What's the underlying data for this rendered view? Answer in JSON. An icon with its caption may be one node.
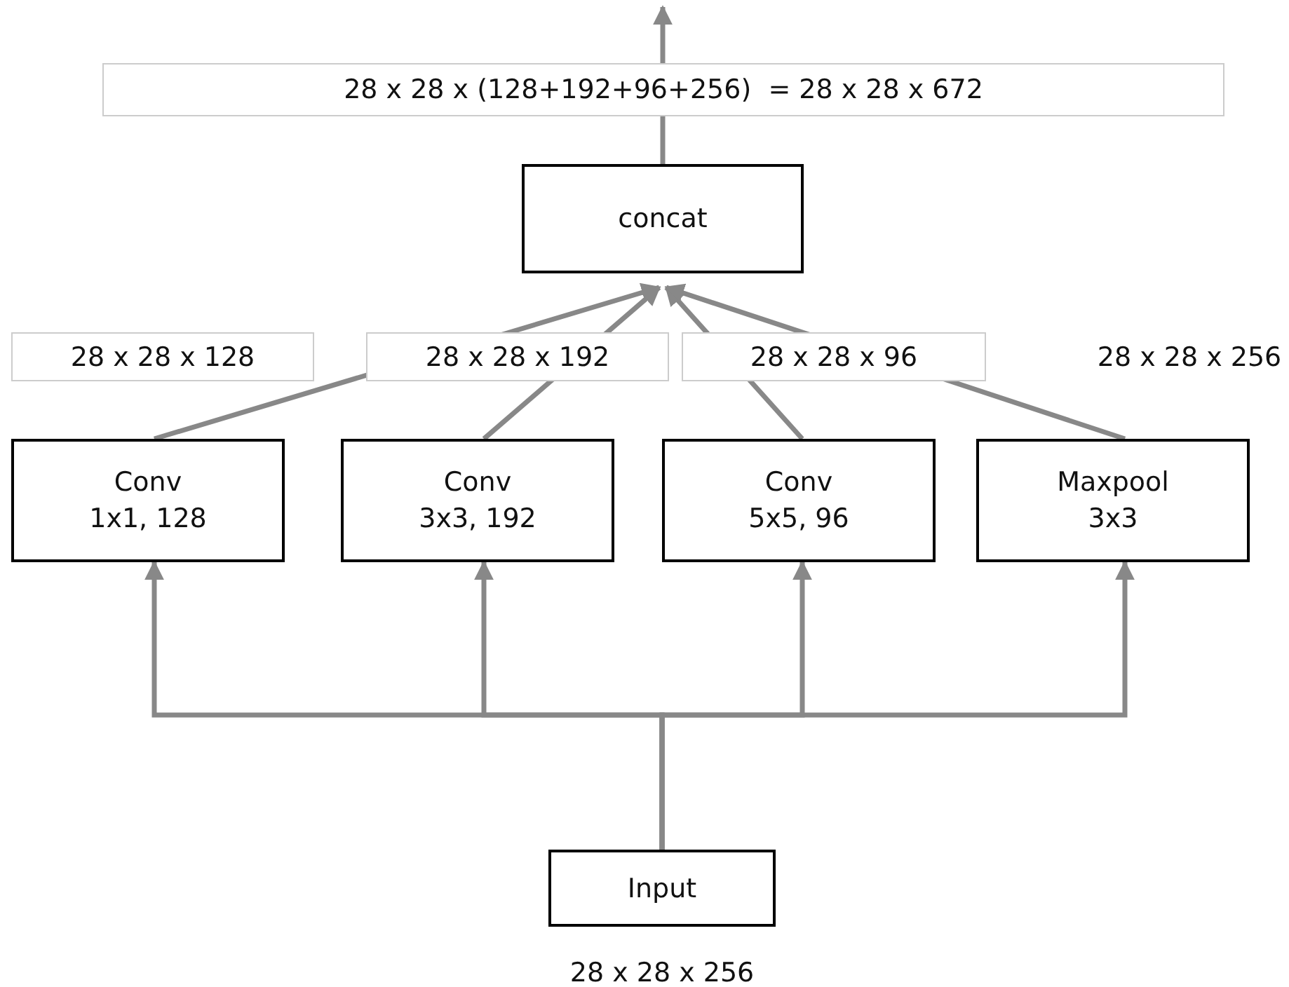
{
  "diagram": {
    "nodes": [
      {
        "text": [
          "concat"
        ]
      },
      {
        "text": [
          "Conv",
          "1x1, 128"
        ]
      },
      {
        "text": [
          "Conv",
          "3x3, 192"
        ]
      },
      {
        "text": [
          "Conv",
          "5x5, 96"
        ]
      },
      {
        "text": [
          "Maxpool",
          "3x3"
        ]
      },
      {
        "text": [
          "Input"
        ],
        "beside": [
          "28 x 28 x 256"
        ]
      }
    ],
    "edges": [
      {
        "from": 0,
        "to": null,
        "arrow": "to",
        "label": "28 x 28 x (128+192+96+256)  = 28 x 28 x 672"
      },
      {
        "from": 1,
        "to": 0,
        "arrow": "to",
        "label": "28 x 28 x 128"
      },
      {
        "from": 2,
        "to": 0,
        "arrow": "to",
        "label": "28 x 28 x 192"
      },
      {
        "from": 3,
        "to": 0,
        "arrow": "to",
        "label": "28 x 28 x 96"
      },
      {
        "from": 4,
        "to": 0,
        "arrow": "to",
        "label": "28 x 28 x 256"
      },
      {
        "from": 5,
        "to": 1,
        "arrow": "to"
      },
      {
        "from": 5,
        "to": 2,
        "arrow": "to"
      },
      {
        "from": 5,
        "to": 3,
        "arrow": "to"
      },
      {
        "from": 5,
        "to": 4,
        "arrow": "to"
      }
    ]
  }
}
